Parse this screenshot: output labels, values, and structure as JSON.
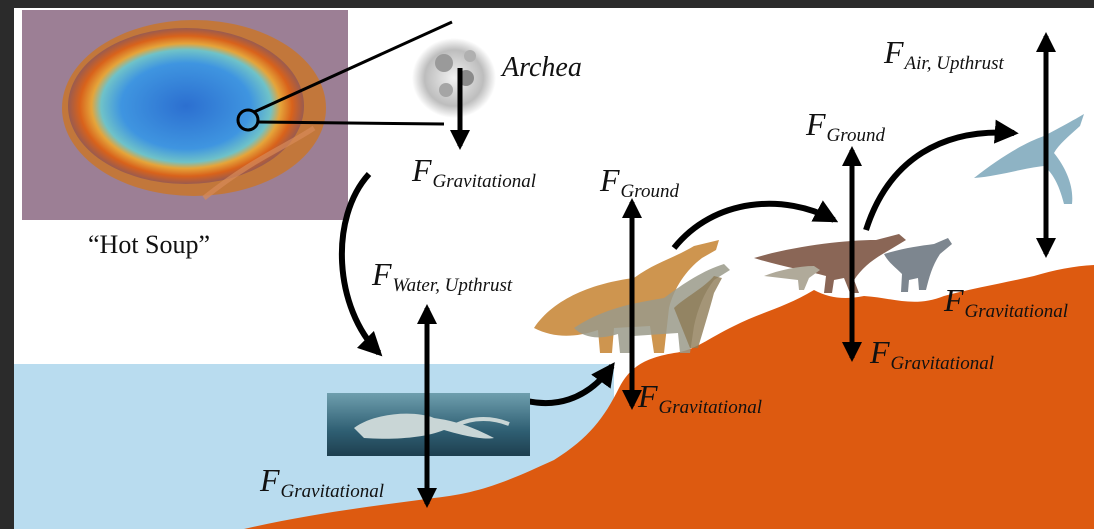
{
  "diagram": {
    "hot_soup_caption": "“Hot Soup”",
    "archea_label": "Archea",
    "force_symbol": "F",
    "forces": {
      "archea_gravitational": "Gravitational",
      "water_upthrust": "Water, Upthrust",
      "water_gravitational": "Gravitational",
      "ground_1": "Ground",
      "gravitational_1": "Gravitational",
      "ground_2": "Ground",
      "gravitational_2": "Gravitational",
      "gravitational_3": "Gravitational",
      "air_upthrust": "Air, Upthrust"
    },
    "colors": {
      "water": "#b9dcef",
      "land": "#dd5a10",
      "spring_center": "#2f7fd4",
      "spring_rim": "#e0711d",
      "arrow": "#000000",
      "frame_background": "#2b2b2b"
    }
  }
}
